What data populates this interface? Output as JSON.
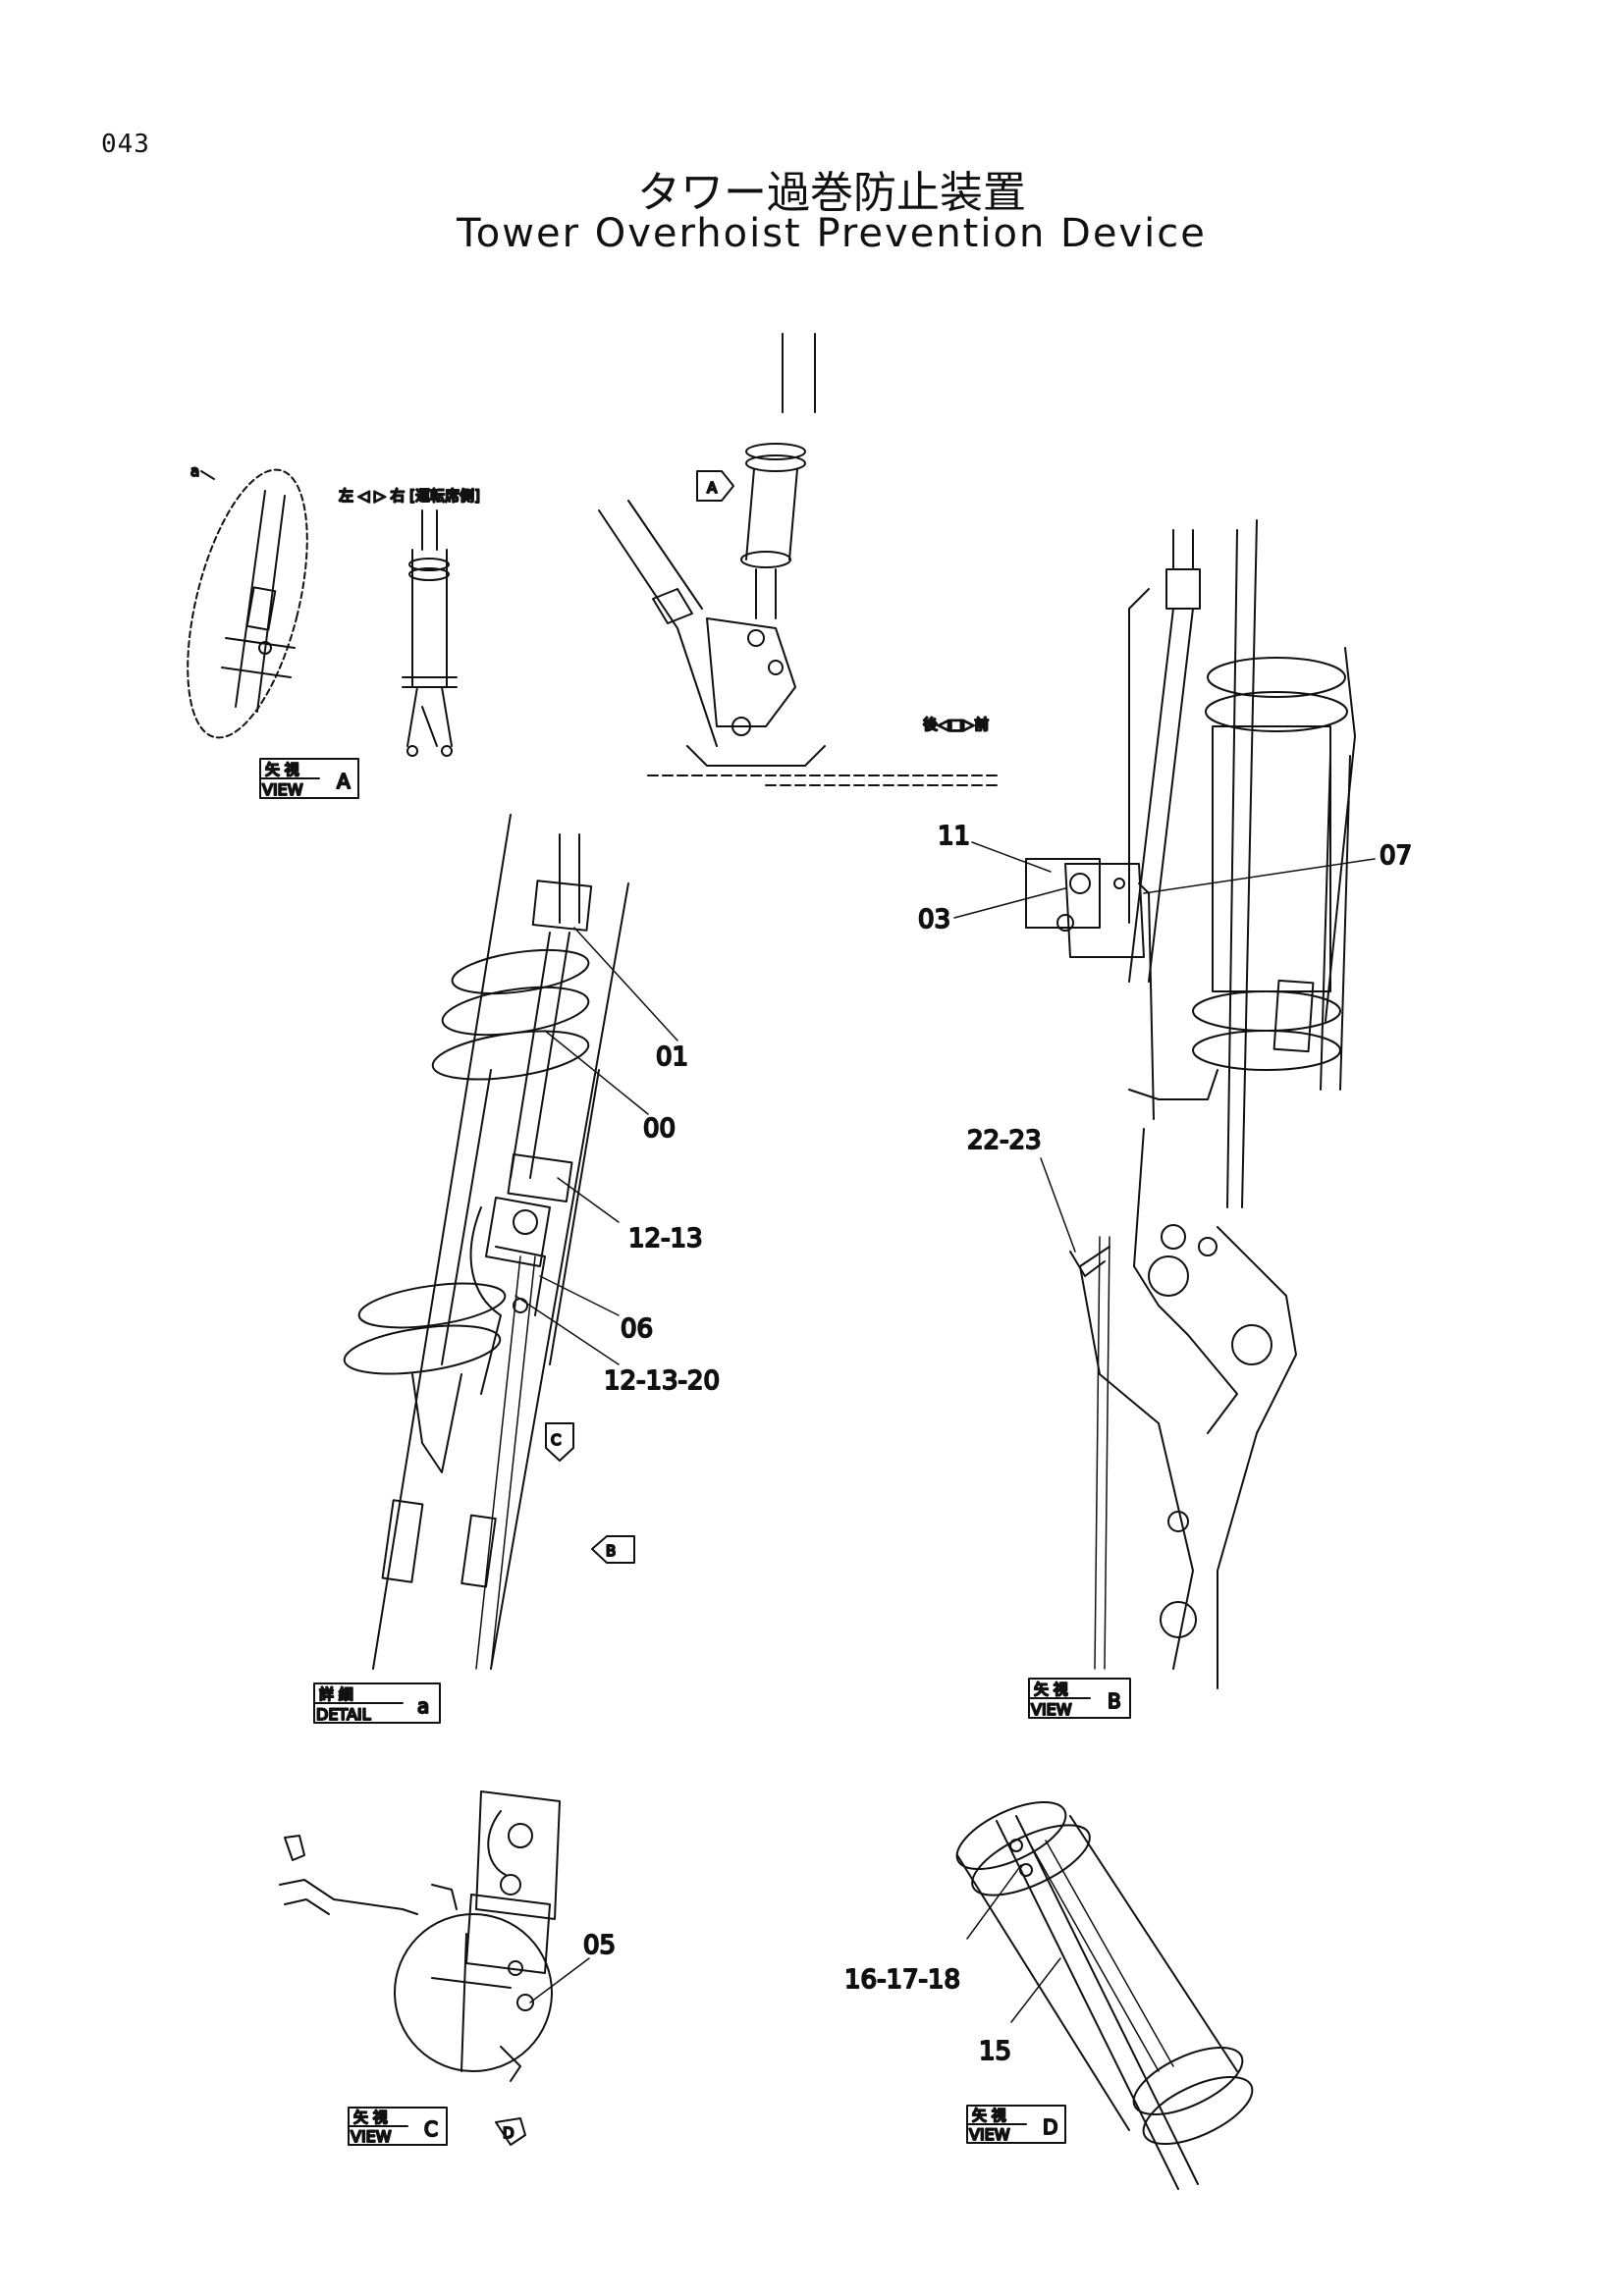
{
  "page": {
    "number": "043",
    "title_jp": "タワー過巻防止装置",
    "title_en": "Tower Overhoist Prevention Device"
  },
  "view_boxes": {
    "view_a": {
      "jp": "矢 視",
      "en": "VIEW",
      "letter": "A"
    },
    "detail_a": {
      "jp": "詳 細",
      "en": "DETAIL",
      "letter": "a"
    },
    "view_b": {
      "jp": "矢 視",
      "en": "VIEW",
      "letter": "B"
    },
    "view_c": {
      "jp": "矢 視",
      "en": "VIEW",
      "letter": "C"
    },
    "view_d": {
      "jp": "矢 視",
      "en": "VIEW",
      "letter": "D"
    }
  },
  "arrows": {
    "a": "A",
    "b": "B",
    "c": "C",
    "d": "D"
  },
  "notes": {
    "detail_marker": "a",
    "direction": "後◁□▷前",
    "side_note": "左 ◁ ▷ 右 [運転席側]"
  },
  "part_labels": {
    "p01": "01",
    "p00": "00",
    "p12_13": "12-13",
    "p06": "06",
    "p12_13_20": "12-13-20",
    "p11": "11",
    "p03": "03",
    "p07": "07",
    "p22_23": "22-23",
    "p05": "05",
    "p16_17_18": "16-17-18",
    "p15": "15"
  }
}
